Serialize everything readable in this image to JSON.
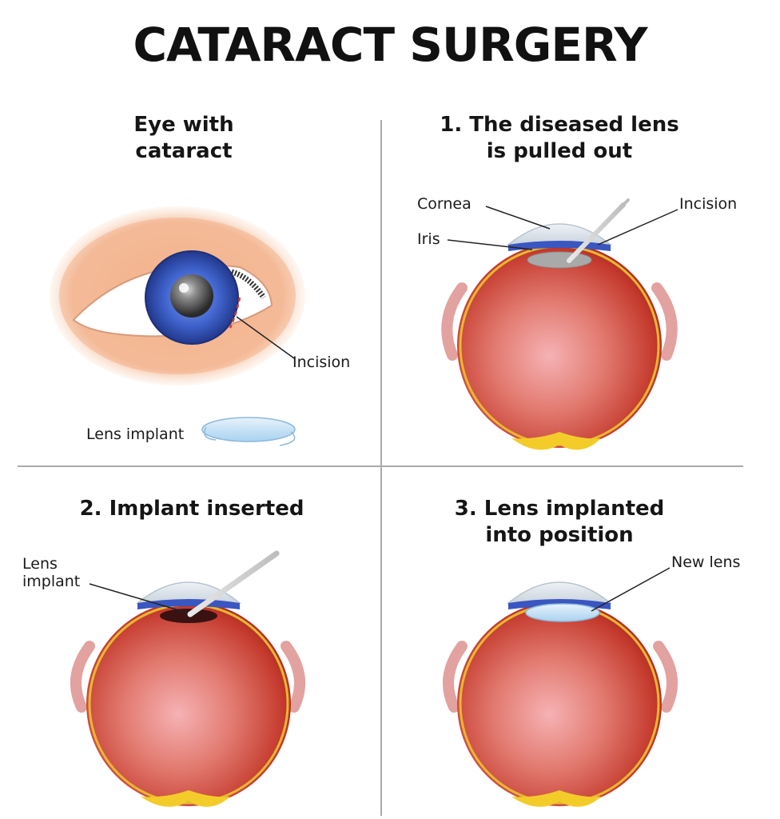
{
  "title": "CATARACT SURGERY",
  "panels": {
    "eye_with_cataract": {
      "title_lines": [
        "Eye with",
        "cataract"
      ],
      "incision_label": "Incision",
      "lens_implant_label": "Lens implant"
    },
    "step1": {
      "title_lines": [
        "1. The diseased lens",
        "is pulled out"
      ],
      "cornea_label": "Cornea",
      "iris_label": "Iris",
      "incision_label": "Incision"
    },
    "step2": {
      "title": "2. Implant inserted",
      "lens_implant_lines": [
        "Lens",
        "implant"
      ]
    },
    "step3": {
      "title_lines": [
        "3. Lens implanted",
        "into position"
      ],
      "new_lens_label": "New lens"
    }
  },
  "colors": {
    "eyeball_red": "#c8322a",
    "eyeball_pink": "#f0a8a8",
    "iris_blue": "#3a5fc4",
    "skin": "#f3b48c",
    "divider": "#aaaaaa"
  }
}
